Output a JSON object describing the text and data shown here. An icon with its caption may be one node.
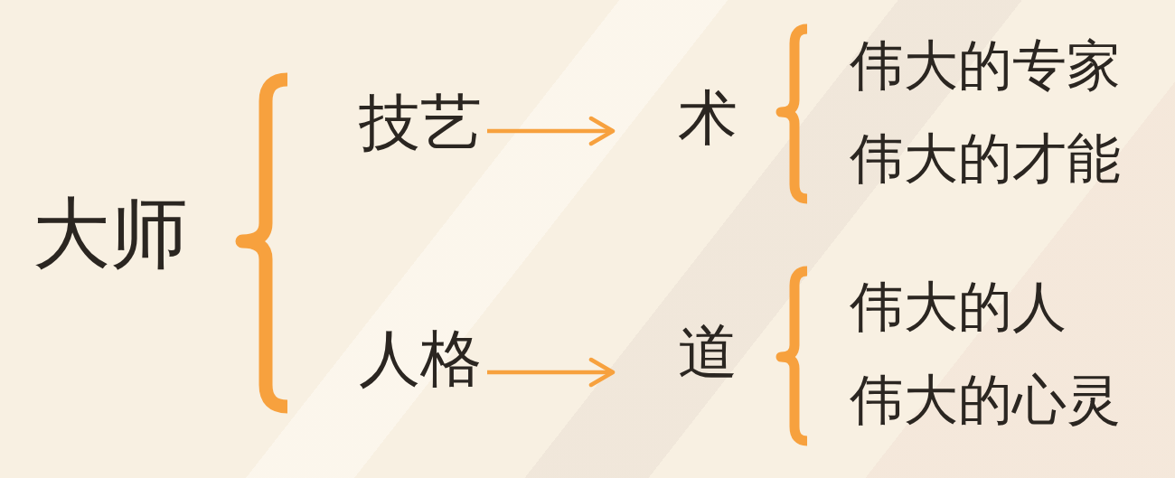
{
  "diagram": {
    "nodes": [
      {
        "text": [
          "大师"
        ]
      },
      {
        "text": [
          "技艺"
        ]
      },
      {
        "text": [
          "术"
        ]
      },
      {
        "text": [
          "伟大的专家"
        ]
      },
      {
        "text": [
          "伟大的才能"
        ]
      },
      {
        "text": [
          "人格"
        ]
      },
      {
        "text": [
          "道"
        ]
      },
      {
        "text": [
          "伟大的人"
        ]
      },
      {
        "text": [
          "伟大的心灵"
        ]
      }
    ],
    "edges": [
      {
        "from": 1,
        "to": 2,
        "arrow": "to"
      },
      {
        "from": 5,
        "to": 6,
        "arrow": "to"
      }
    ]
  }
}
